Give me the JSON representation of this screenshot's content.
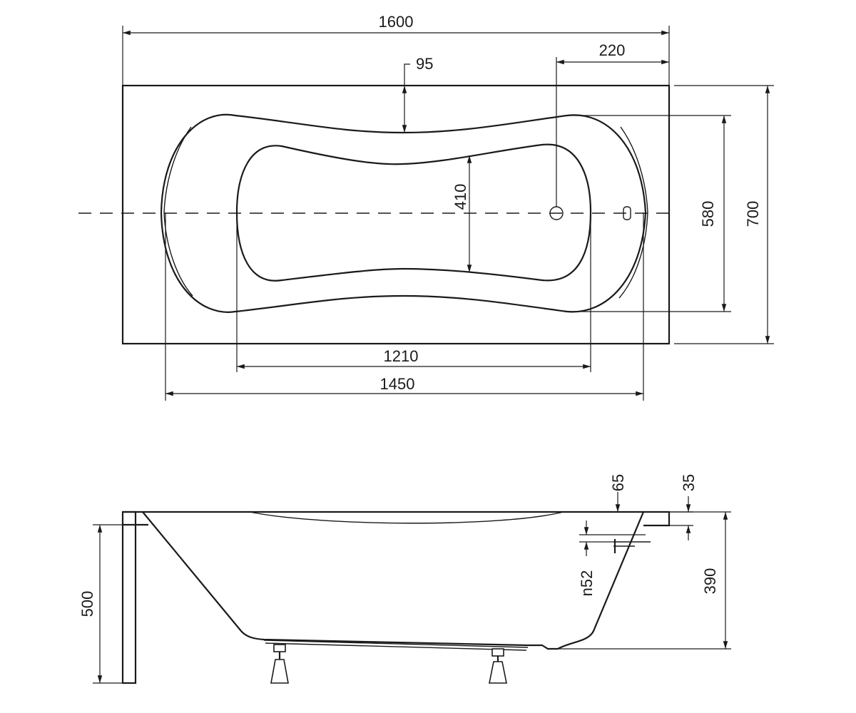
{
  "top_view": {
    "overall_length": "1600",
    "overall_width": "700",
    "inner_length": "1450",
    "bottom_length": "1210",
    "inner_width": "580",
    "bottom_width": "410",
    "rim_offset": "95",
    "drain_offset": "220"
  },
  "side_view": {
    "rim_65": "65",
    "rim_35": "35",
    "overflow_height": "n52",
    "bath_depth": "390",
    "leg_height": "500"
  }
}
